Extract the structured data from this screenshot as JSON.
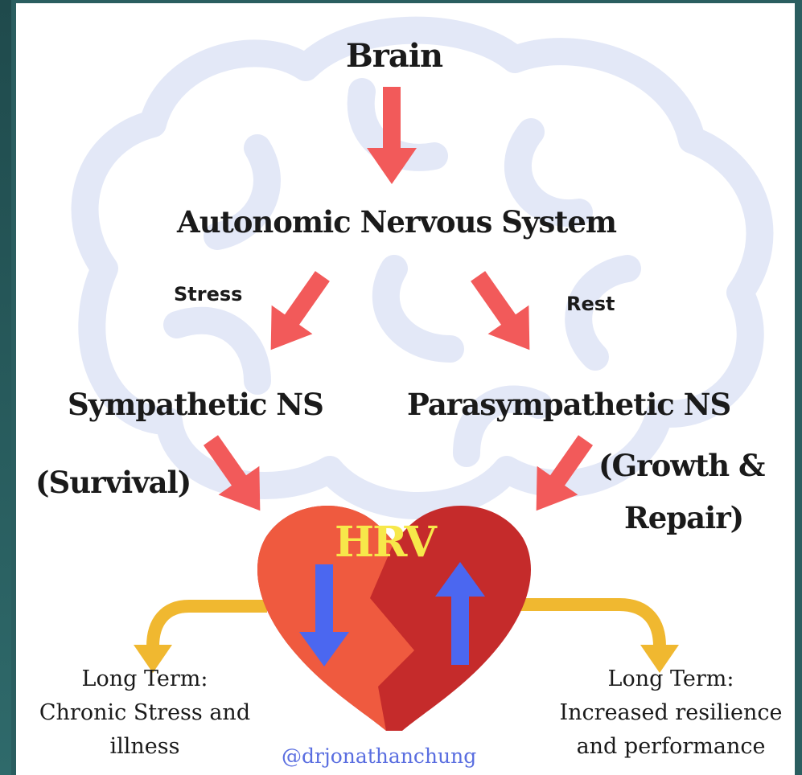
{
  "nodes": {
    "brain": "Brain",
    "ans": "Autonomic Nervous System",
    "sympathetic": "Sympathetic NS",
    "parasympathetic": "Parasympathetic NS",
    "survival": "(Survival)",
    "growth_line1": "(Growth &",
    "growth_line2": "Repair)",
    "hrv": "HRV"
  },
  "branch_labels": {
    "stress": "Stress",
    "rest": "Rest"
  },
  "outcomes": {
    "left_line1": "Long Term:",
    "left_line2": "Chronic Stress and",
    "left_line3": "illness",
    "right_line1": "Long Term:",
    "right_line2": "Increased resilience",
    "right_line3": "and performance"
  },
  "credit": "@drjonathanchung",
  "colors": {
    "arrow": "#f25a5a",
    "heart_light": "#ef5a3f",
    "heart_dark": "#c52b2b",
    "hrv_text": "#f7e84a",
    "blue_arrow": "#4b67f0",
    "yellow_arrow": "#f0b830",
    "brain_outline": "#e3e8f7"
  },
  "icons": [
    "brain-outline-icon",
    "heart-icon",
    "down-arrow-icon",
    "up-arrow-icon"
  ]
}
